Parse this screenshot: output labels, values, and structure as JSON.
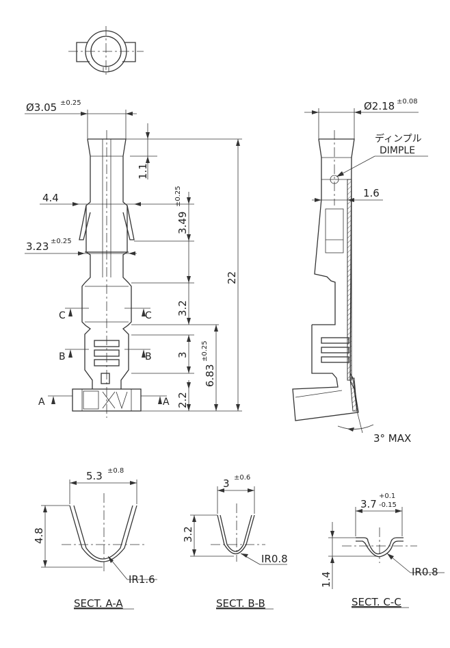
{
  "dimensions": {
    "dia_top_left": "Ø3.05",
    "dia_top_left_tol": "±0.25",
    "dia_top_right": "Ø2.18",
    "dia_top_right_tol": "±0.08",
    "mouth_width": "4.4",
    "barrel_width": "3.23",
    "barrel_width_tol": "±0.25",
    "flare_len": "1.1",
    "spring_len": "3.49",
    "spring_len_tol": "±0.25",
    "total_len": "22",
    "seg_c": "3.2",
    "seg_b": "3",
    "seg_a": "2.2",
    "crimp_len": "6.83",
    "crimp_len_tol": "±0.25",
    "wall_thickness": "1.6",
    "angle": "3° MAX"
  },
  "labels": {
    "dimple_jp": "ディンプル",
    "dimple_en": "DIMPLE",
    "cut_a": "A",
    "cut_b": "B",
    "cut_c": "C"
  },
  "sections": {
    "a": {
      "title": "SECT. A-A",
      "width": "5.3",
      "width_tol": "±0.8",
      "height": "4.8",
      "radius": "IR1.6"
    },
    "b": {
      "title": "SECT. B-B",
      "width": "3",
      "width_tol": "±0.6",
      "height": "3.2",
      "radius": "IR0.8"
    },
    "c": {
      "title": "SECT. C-C",
      "width": "3.7",
      "width_tol_plus": "+0.1",
      "width_tol_minus": "-0.15",
      "height": "1.4",
      "radius": "IR0.8"
    }
  }
}
